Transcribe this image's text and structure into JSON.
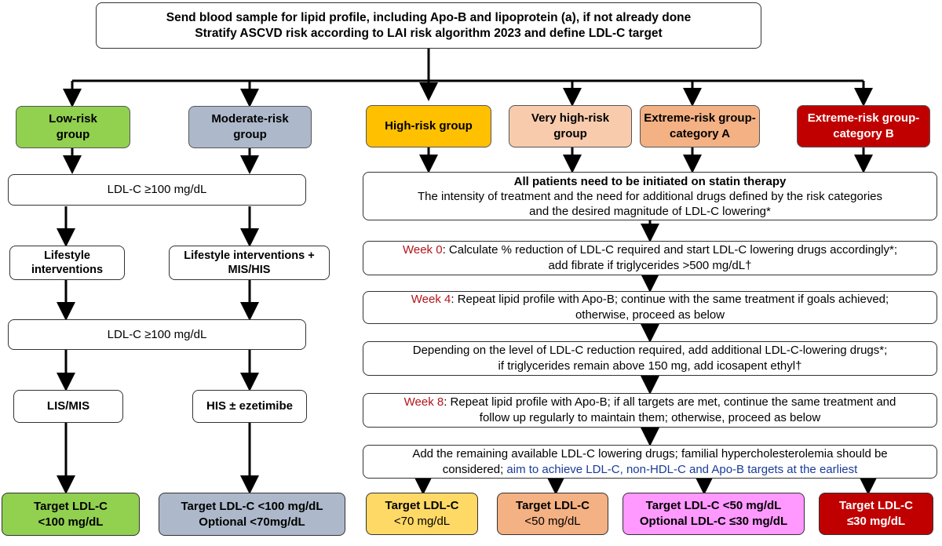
{
  "colors": {
    "low": "#92d050",
    "moderate": "#adb9ca",
    "high": "#ffc000",
    "very_high": "#f8cbad",
    "extreme_a": "#f4b183",
    "extreme_b": "#c00000",
    "target_high": "#ffd966",
    "target_very_high": "#f4b183",
    "target_extreme_a": "#ff99ff",
    "week_label": "#b3141a",
    "aim_text": "#1a3a9a"
  },
  "top": {
    "line1": "Send blood sample for lipid profile, including Apo-B and lipoprotein (a), if not already done",
    "line2": "Stratify ASCVD risk according to LAI risk algorithm 2023 and define LDL-C target"
  },
  "groups": {
    "low": [
      "Low-risk",
      "group"
    ],
    "moderate": [
      "Moderate-risk",
      "group"
    ],
    "high": [
      "High-risk group"
    ],
    "very_high": [
      "Very high-risk",
      "group"
    ],
    "extreme_a": [
      "Extreme-risk group-",
      "category A"
    ],
    "extreme_b": [
      "Extreme-risk group-",
      "category B"
    ]
  },
  "left": {
    "ldl_threshold_1": "LDL-C ≥100 mg/dL",
    "lifestyle": [
      "Lifestyle",
      "interventions"
    ],
    "lifestyle_plus": [
      "Lifestyle interventions +",
      "MIS/HIS"
    ],
    "ldl_threshold_2": "LDL-C ≥100 mg/dL",
    "lis_mis": "LIS/MIS",
    "his_ezetimibe": "HIS ± ezetimibe"
  },
  "right": {
    "statin": {
      "line1": "All patients need to be initiated on statin therapy",
      "line2": "The intensity of treatment and the need for additional drugs defined by the risk categories",
      "line3": "and the desired magnitude of LDL-C lowering*"
    },
    "week0": {
      "label": "Week 0",
      "line1": ": Calculate % reduction of LDL-C required and start LDL-C lowering drugs accordingly*;",
      "line2": "add fibrate if triglycerides >500 mg/dL†"
    },
    "week4": {
      "label": "Week 4",
      "line1": ": Repeat lipid profile with Apo-B; continue with the same treatment if goals achieved;",
      "line2": "otherwise, proceed as below"
    },
    "depending": {
      "line1": "Depending on the level of LDL-C reduction required, add additional LDL-C-lowering drugs*;",
      "line2": "if triglycerides remain above 150 mg, add icosapent ethyl†"
    },
    "week8": {
      "label": "Week 8",
      "line1": ": Repeat lipid profile with Apo-B; if all targets are met, continue the same treatment and",
      "line2": "follow up regularly to maintain them; otherwise, proceed as below"
    },
    "remaining": {
      "line1": "Add the remaining available LDL-C lowering drugs; familial hypercholesterolemia should be",
      "line2a": "considered; ",
      "line2b": "aim to achieve LDL-C, non-HDL-C and Apo-B targets at the earliest"
    }
  },
  "targets": {
    "low": [
      "Target LDL-C",
      "<100 mg/dL"
    ],
    "moderate": [
      "Target LDL-C <100 mg/dL",
      "Optional <70mg/dL"
    ],
    "high": [
      "Target LDL-C",
      "<70 mg/dL"
    ],
    "very_high": [
      "Target LDL-C",
      "<50 mg/dL"
    ],
    "extreme_a": [
      "Target LDL-C <50 mg/dL",
      "Optional LDL-C ≤30 mg/dL"
    ],
    "extreme_b": [
      "Target LDL-C",
      "≤30 mg/dL"
    ]
  }
}
